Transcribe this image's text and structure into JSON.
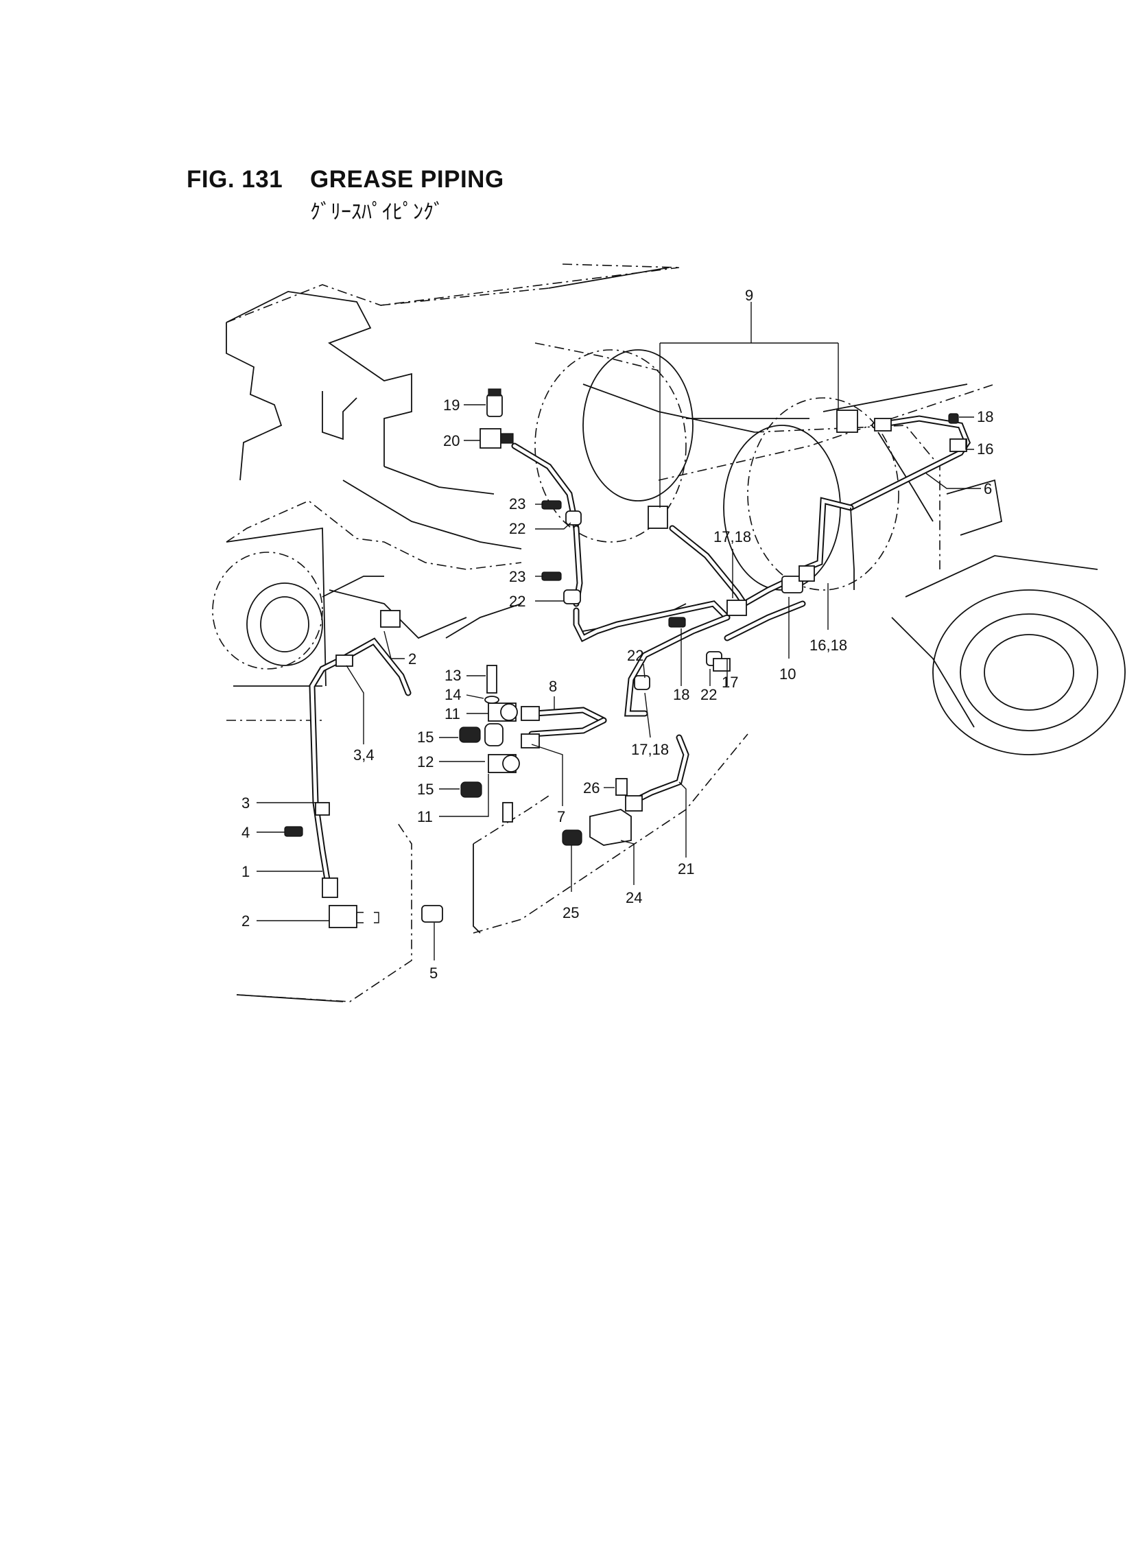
{
  "figure": {
    "number": "FIG. 131",
    "title": "GREASE PIPING",
    "title_jp": "ｸﾞﾘｰｽﾊﾟｲﾋﾟﾝｸﾞ"
  },
  "callouts": [
    {
      "id": "c9",
      "text": "9"
    },
    {
      "id": "c18a",
      "text": "18"
    },
    {
      "id": "c16a",
      "text": "16"
    },
    {
      "id": "c6",
      "text": "6"
    },
    {
      "id": "c19",
      "text": "19"
    },
    {
      "id": "c20",
      "text": "20"
    },
    {
      "id": "c23a",
      "text": "23"
    },
    {
      "id": "c22a",
      "text": "22"
    },
    {
      "id": "c23b",
      "text": "23"
    },
    {
      "id": "c22b",
      "text": "22"
    },
    {
      "id": "c1718a",
      "text": "17,18"
    },
    {
      "id": "c1618",
      "text": "16,18"
    },
    {
      "id": "c10",
      "text": "10"
    },
    {
      "id": "c2a",
      "text": "2"
    },
    {
      "id": "c22c",
      "text": "22"
    },
    {
      "id": "c13",
      "text": "13"
    },
    {
      "id": "c14",
      "text": "14"
    },
    {
      "id": "c11a",
      "text": "11"
    },
    {
      "id": "c8",
      "text": "8"
    },
    {
      "id": "c18b",
      "text": "18"
    },
    {
      "id": "c22d",
      "text": "22"
    },
    {
      "id": "c17",
      "text": "17"
    },
    {
      "id": "c15a",
      "text": "15"
    },
    {
      "id": "c12",
      "text": "12"
    },
    {
      "id": "c34",
      "text": "3,4"
    },
    {
      "id": "c1718b",
      "text": "17,18"
    },
    {
      "id": "c15b",
      "text": "15"
    },
    {
      "id": "c26",
      "text": "26"
    },
    {
      "id": "c3",
      "text": "3"
    },
    {
      "id": "c11b",
      "text": "11"
    },
    {
      "id": "c7",
      "text": "7"
    },
    {
      "id": "c4",
      "text": "4"
    },
    {
      "id": "c21",
      "text": "21"
    },
    {
      "id": "c1",
      "text": "1"
    },
    {
      "id": "c24",
      "text": "24"
    },
    {
      "id": "c25",
      "text": "25"
    },
    {
      "id": "c2b",
      "text": "2"
    },
    {
      "id": "c5",
      "text": "5"
    }
  ]
}
